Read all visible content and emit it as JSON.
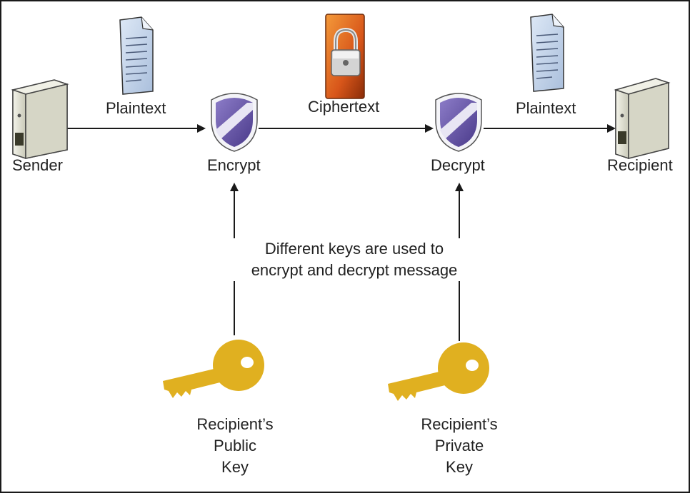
{
  "nodes": {
    "sender": "Sender",
    "encrypt": "Encrypt",
    "decrypt": "Decrypt",
    "recipient": "Recipient"
  },
  "edges": {
    "plaintext_in": "Plaintext",
    "ciphertext": "Ciphertext",
    "plaintext_out": "Plaintext"
  },
  "note": {
    "line1": "Different keys are used to",
    "line2": "encrypt and decrypt message"
  },
  "keys": {
    "public": [
      "Recipient’s",
      "Public",
      "Key"
    ],
    "private": [
      "Recipient’s",
      "Private",
      "Key"
    ]
  },
  "colors": {
    "key": "#e0b020",
    "shield": "#6a5aa8",
    "document": "#c8d8ee",
    "lock_bg": "#e06818",
    "server": "#e8e8dc"
  },
  "icons": [
    "server-icon",
    "document-icon",
    "shield-icon",
    "lock-icon",
    "key-icon"
  ]
}
